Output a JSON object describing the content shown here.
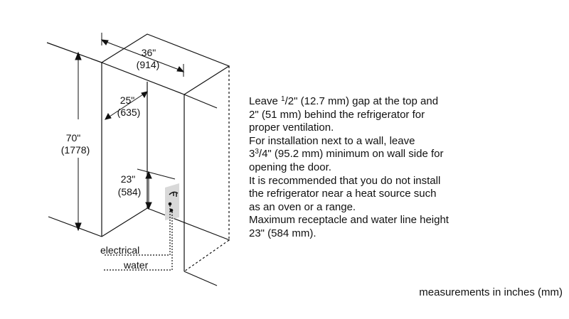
{
  "dimensions": {
    "width_in": "36\"",
    "width_mm": "(914)",
    "depth_in": "25\"",
    "depth_mm": "(635)",
    "height_in": "70\"",
    "height_mm": "(1778)",
    "outlet_in": "23\"",
    "outlet_mm": "(584)"
  },
  "labels": {
    "electrical": "electrical",
    "water": "water"
  },
  "notes": {
    "line1_pre": "Leave ",
    "line1_sup": "1",
    "line1_post": "/2\" (12.7 mm) gap at the top and",
    "line2": "2\" (51 mm) behind the refrigerator for",
    "line3": "proper ventilation.",
    "line4": "For installation next to a wall, leave",
    "line5_pre": "3",
    "line5_sup": "3",
    "line5_post": "/4\" (95.2 mm) minimum on wall side for",
    "line6": "opening the door.",
    "line7": "It is recommended that you do not install",
    "line8": "the refrigerator near a heat source such",
    "line9": "as an oven or a range.",
    "line10": "Maximum receptacle and water line height",
    "line11": "23\" (584 mm)."
  },
  "footer": "measurements in inches (mm)"
}
